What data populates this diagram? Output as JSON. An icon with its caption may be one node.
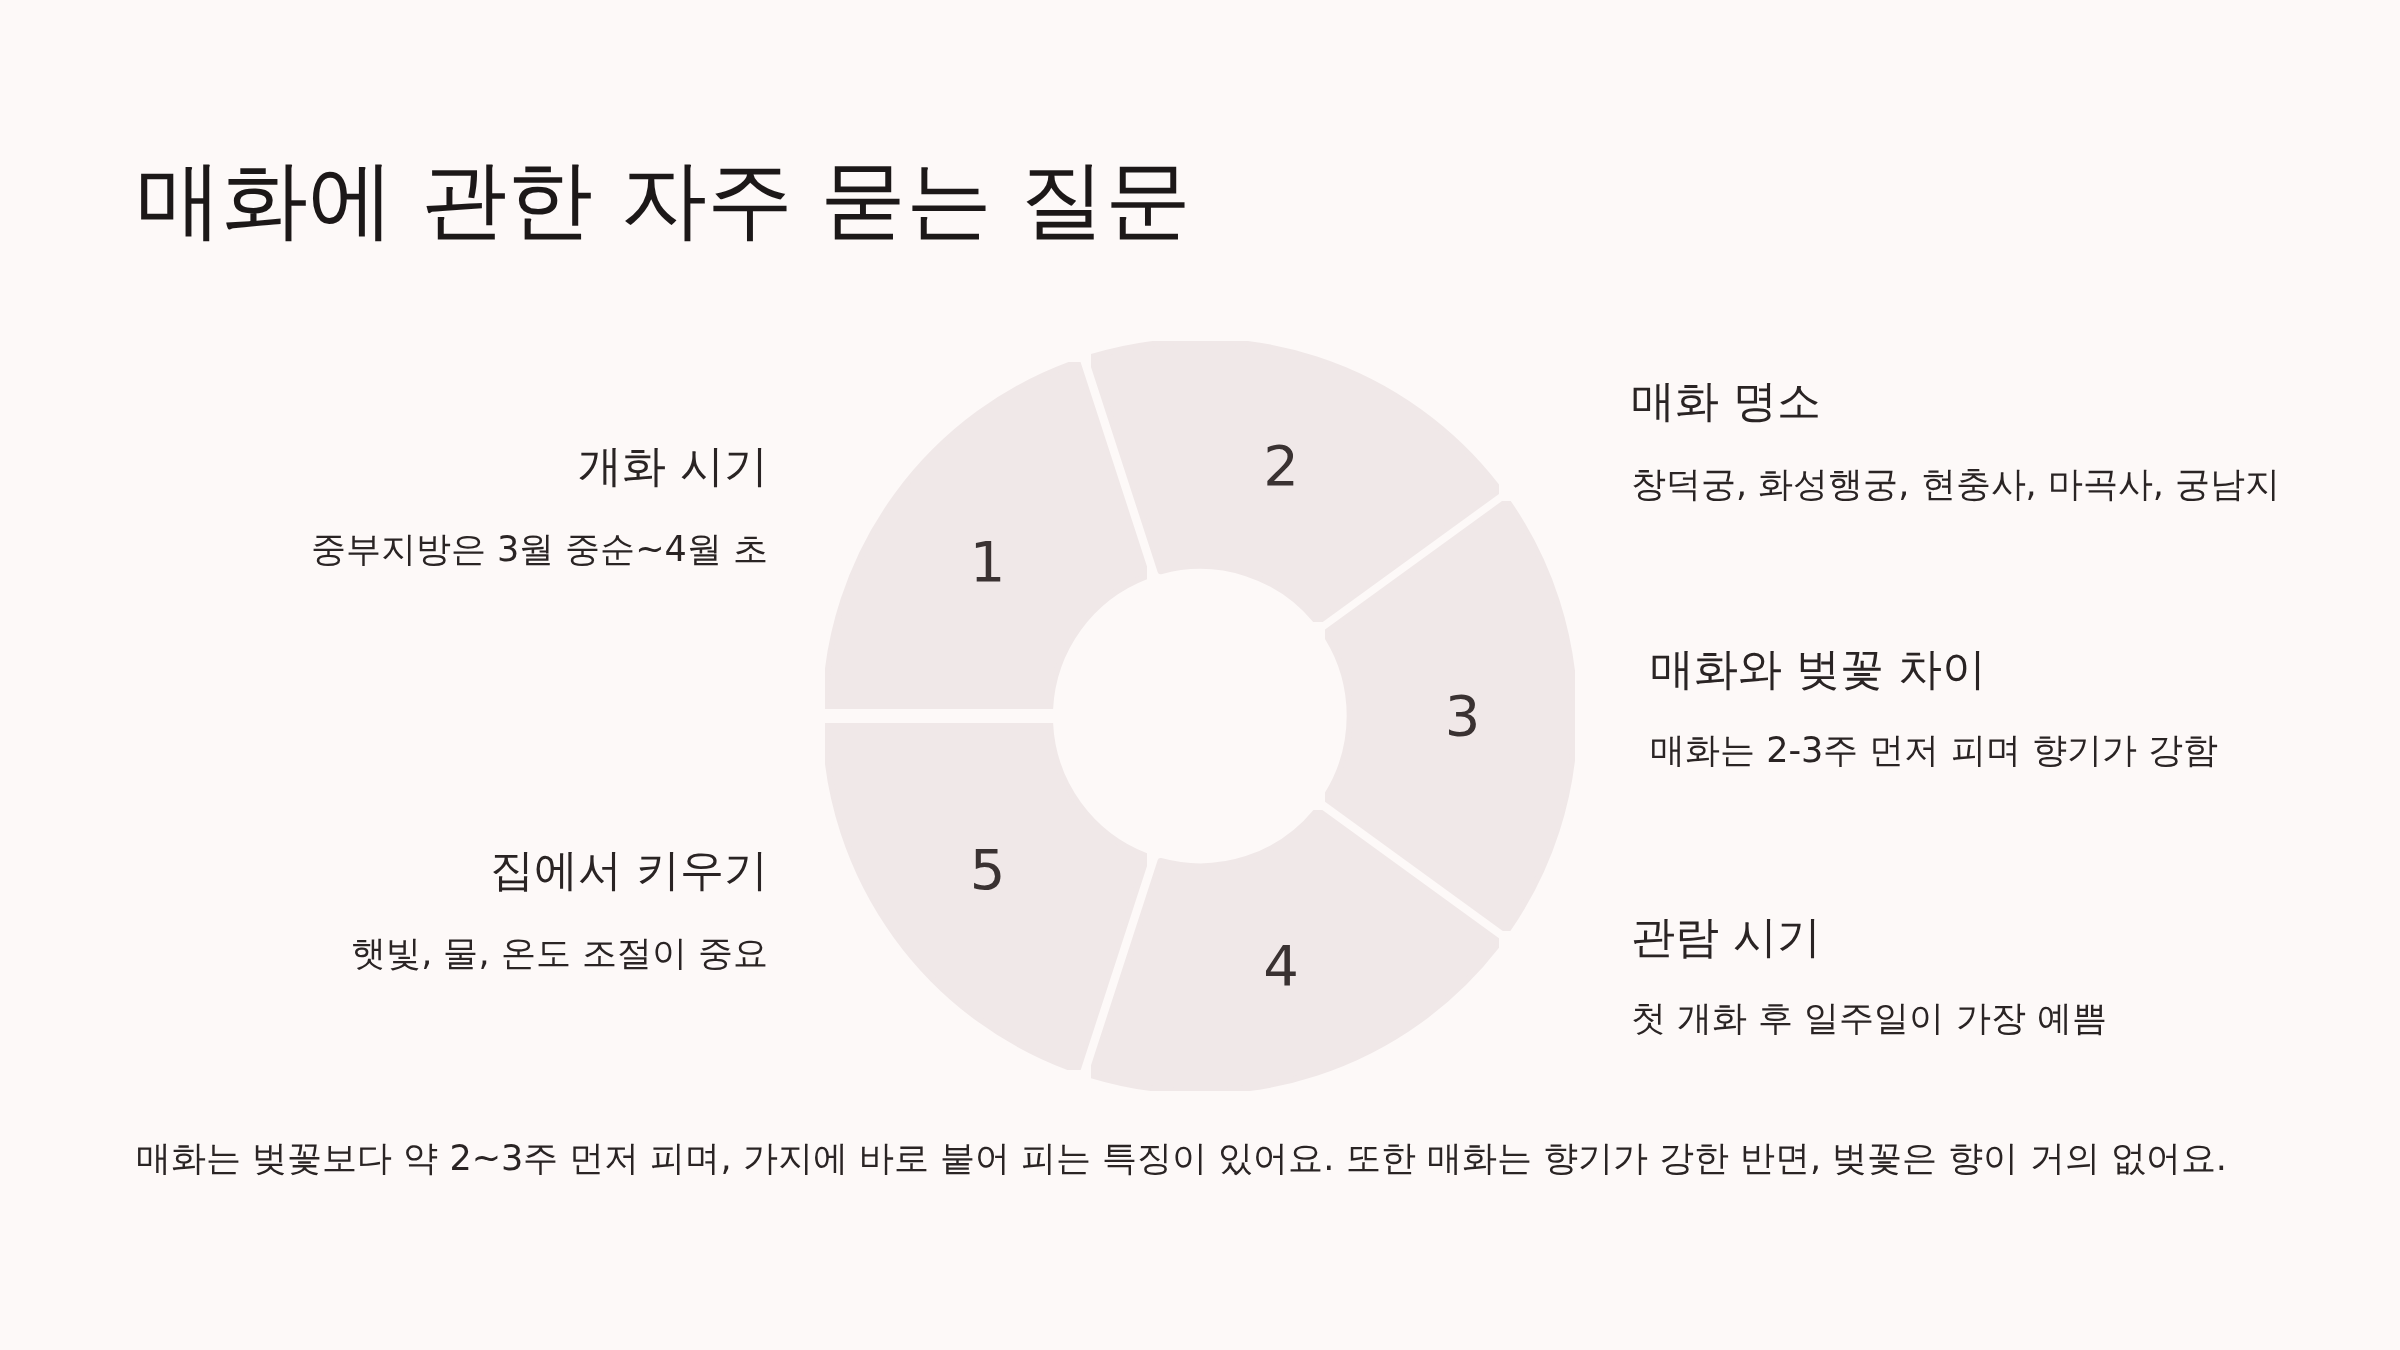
{
  "diagram": {
    "title": "매화에 관한 자주 묻는 질문",
    "nodes": [
      {
        "text": [
          "1"
        ],
        "beside": [
          "개화 시기",
          "중부지방은 3월 중순~4월 초"
        ]
      },
      {
        "text": [
          "2"
        ],
        "beside": [
          "매화 명소",
          "창덕궁, 화성행궁, 현충사, 마곡사, 궁남지"
        ]
      },
      {
        "text": [
          "3"
        ],
        "beside": [
          "매화와 벚꽃 차이",
          "매화는 2-3주 먼저 피며 향기가 강함"
        ]
      },
      {
        "text": [
          "4"
        ],
        "beside": [
          "관람 시기",
          "첫 개화 후 일주일이 가장 예쁨"
        ]
      },
      {
        "text": [
          "5"
        ],
        "beside": [
          "집에서 키우기",
          "햇빛, 물, 온도 조절이 중요"
        ]
      }
    ],
    "edges": [],
    "caption": "매화는 벚꽃보다 약 2~3주 먼저 피며, 가지에 바로 붙어 피는 특징이 있어요. 또한 매화는 향기가 강한 반면, 벚꽃은 향이 거의 없어요."
  }
}
